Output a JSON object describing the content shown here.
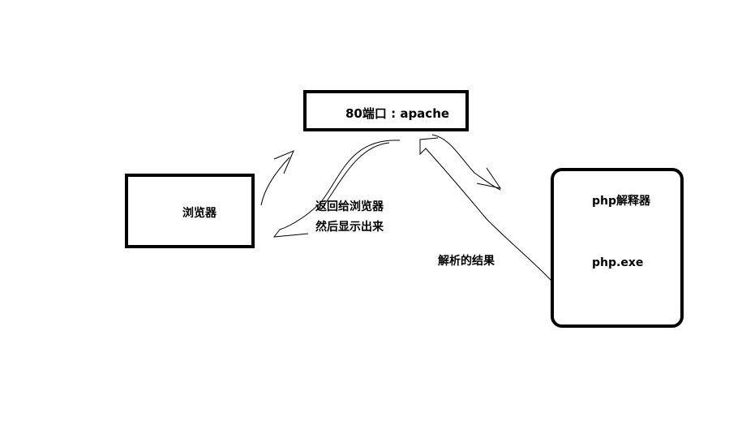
{
  "nodes": {
    "apache": {
      "label": "80端口 : apache"
    },
    "browser": {
      "label": "浏览器"
    },
    "php": {
      "label": "php解释器",
      "sub_label": "php.exe"
    }
  },
  "edges": {
    "return_to_browser": {
      "line1": "返回给浏览器",
      "line2": "然后显示出来"
    },
    "parse_result": {
      "label": "解析的结果"
    }
  }
}
